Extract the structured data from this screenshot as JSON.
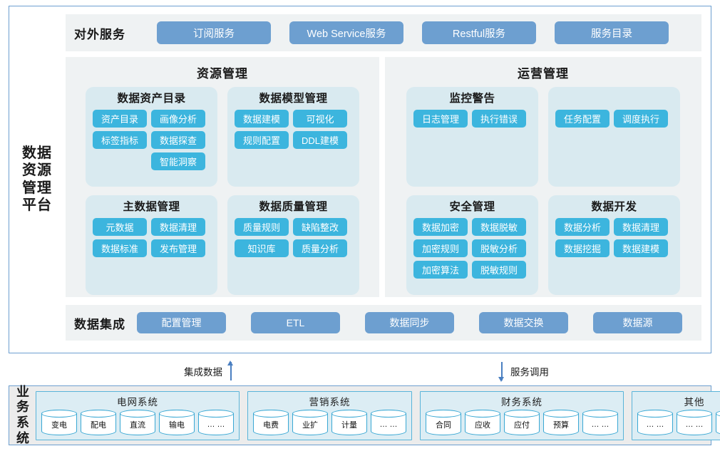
{
  "platform": {
    "label": "数据资源管理平台",
    "external_services": {
      "title": "对外服务",
      "buttons": [
        "订阅服务",
        "Web Service服务",
        "Restful服务",
        "服务目录"
      ]
    },
    "zones": [
      {
        "title": "资源管理",
        "panels": [
          {
            "title": "数据资产目录",
            "layout": "two-col-23",
            "col_left": [
              "资产目录",
              "标签指标"
            ],
            "col_right": [
              "画像分析",
              "数据探查",
              "智能洞察"
            ]
          },
          {
            "title": "数据模型管理",
            "layout": "grid",
            "chips": [
              "数据建模",
              "可视化",
              "规则配置",
              "DDL建模"
            ]
          },
          {
            "title": "主数据管理",
            "layout": "grid",
            "chips": [
              "元数据",
              "数据清理",
              "数据标准",
              "发布管理"
            ]
          },
          {
            "title": "数据质量管理",
            "layout": "grid",
            "chips": [
              "质量规则",
              "缺陷整改",
              "知识库",
              "质量分析"
            ]
          }
        ]
      },
      {
        "title": "运营管理",
        "panels": [
          {
            "title": "监控警告",
            "layout": "grid",
            "chips": [
              "日志管理",
              "执行错误"
            ]
          },
          {
            "title": "",
            "layout": "grid",
            "chips": [
              "任务配置",
              "调度执行"
            ]
          },
          {
            "title": "安全管理",
            "layout": "grid",
            "chips": [
              "数据加密",
              "数据脱敏",
              "加密规则",
              "脱敏分析",
              "加密算法",
              "脱敏规则"
            ]
          },
          {
            "title": "数据开发",
            "layout": "grid",
            "chips": [
              "数据分析",
              "数据清理",
              "数据挖掘",
              "数据建模"
            ]
          }
        ]
      }
    ],
    "data_integration": {
      "title": "数据集成",
      "buttons": [
        "配置管理",
        "ETL",
        "数据同步",
        "数据交换",
        "数据源"
      ]
    }
  },
  "connectors": [
    {
      "label": "集成数据",
      "direction": "up"
    },
    {
      "label": "服务调用",
      "direction": "down"
    }
  ],
  "business": {
    "label": "业务系统",
    "groups": [
      {
        "title": "电网系统",
        "items": [
          "变电",
          "配电",
          "直流",
          "输电",
          "… …"
        ]
      },
      {
        "title": "营销系统",
        "items": [
          "电费",
          "业扩",
          "计量",
          "… …"
        ]
      },
      {
        "title": "财务系统",
        "items": [
          "合同",
          "应收",
          "应付",
          "预算",
          "… …"
        ]
      },
      {
        "title": "其他",
        "items": [
          "… …",
          "… …",
          "… …"
        ]
      }
    ]
  },
  "colors": {
    "frame_border": "#6d9fd0",
    "band_bg": "#eff2f3",
    "panel_bg": "#d9eaf0",
    "chip_blue": "#3cb5de",
    "service_blue": "#6d9fd0",
    "business_bg": "#ececec",
    "business_group_bg": "#dcedf4",
    "db_border": "#3aa8d4"
  }
}
